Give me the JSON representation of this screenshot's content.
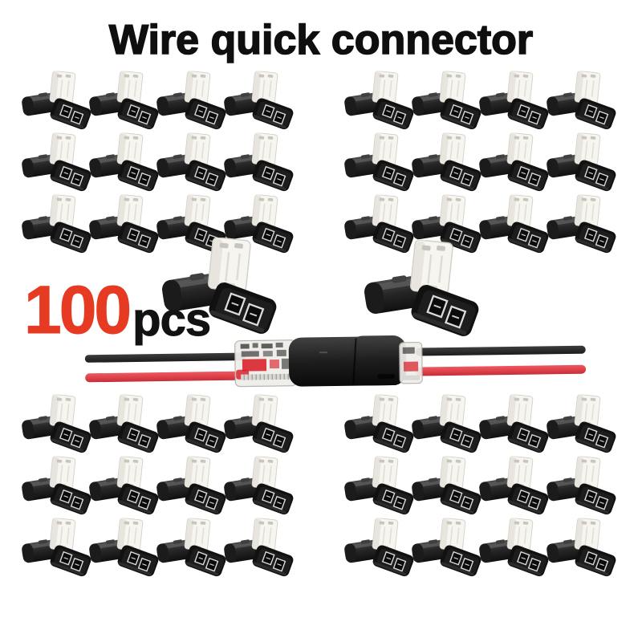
{
  "title": "Wire quick connector",
  "quantity": {
    "number": "100",
    "unit": "pcs"
  },
  "product": {
    "name": "wire quick connector",
    "small_connector_grids": [
      {
        "id": "top-left",
        "columns": 4,
        "rows": 3,
        "count": 12
      },
      {
        "id": "top-right",
        "columns": 4,
        "rows": 3,
        "count": 12
      },
      {
        "id": "bottom-left",
        "columns": 4,
        "rows": 3,
        "count": 12
      },
      {
        "id": "bottom-right",
        "columns": 4,
        "rows": 3,
        "count": 12
      }
    ],
    "large_connectors_count": 2,
    "assembled_connector": {
      "wire_colors": [
        "black",
        "red"
      ]
    }
  },
  "colors": {
    "background": "#ffffff",
    "title_text": "#0f0f0f",
    "quantity_number": "#e63a22",
    "quantity_unit": "#121212",
    "connector_body": "#1c1c1c",
    "connector_cap": "#f6f5f0",
    "wire_black": "#2b2b2b",
    "wire_red": "#df4750"
  }
}
